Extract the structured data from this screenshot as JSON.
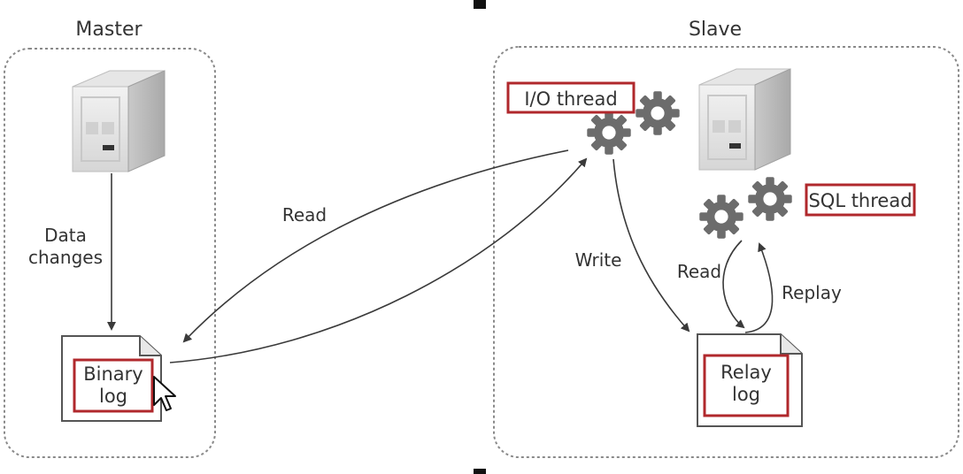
{
  "master": {
    "title": "Master"
  },
  "slave": {
    "title": "Slave"
  },
  "labels": {
    "data_changes_line1": "Data",
    "data_changes_line2": "changes",
    "read_main": "Read",
    "write": "Write",
    "read_relay": "Read",
    "replay": "Replay",
    "io_thread": "I/O thread",
    "sql_thread": "SQL thread",
    "binary_log_line1": "Binary",
    "binary_log_line2": "log",
    "relay_log_line1": "Relay",
    "relay_log_line2": "log"
  },
  "colors": {
    "highlight_box": "#b0282c",
    "container_border": "#8a8a8a",
    "arrow": "#3a3a3a",
    "gear": "#6c6c6c"
  },
  "icons": {
    "server": "server-icon",
    "gear": "gear-icon",
    "document": "document-icon",
    "cursor": "mouse-cursor-icon"
  }
}
